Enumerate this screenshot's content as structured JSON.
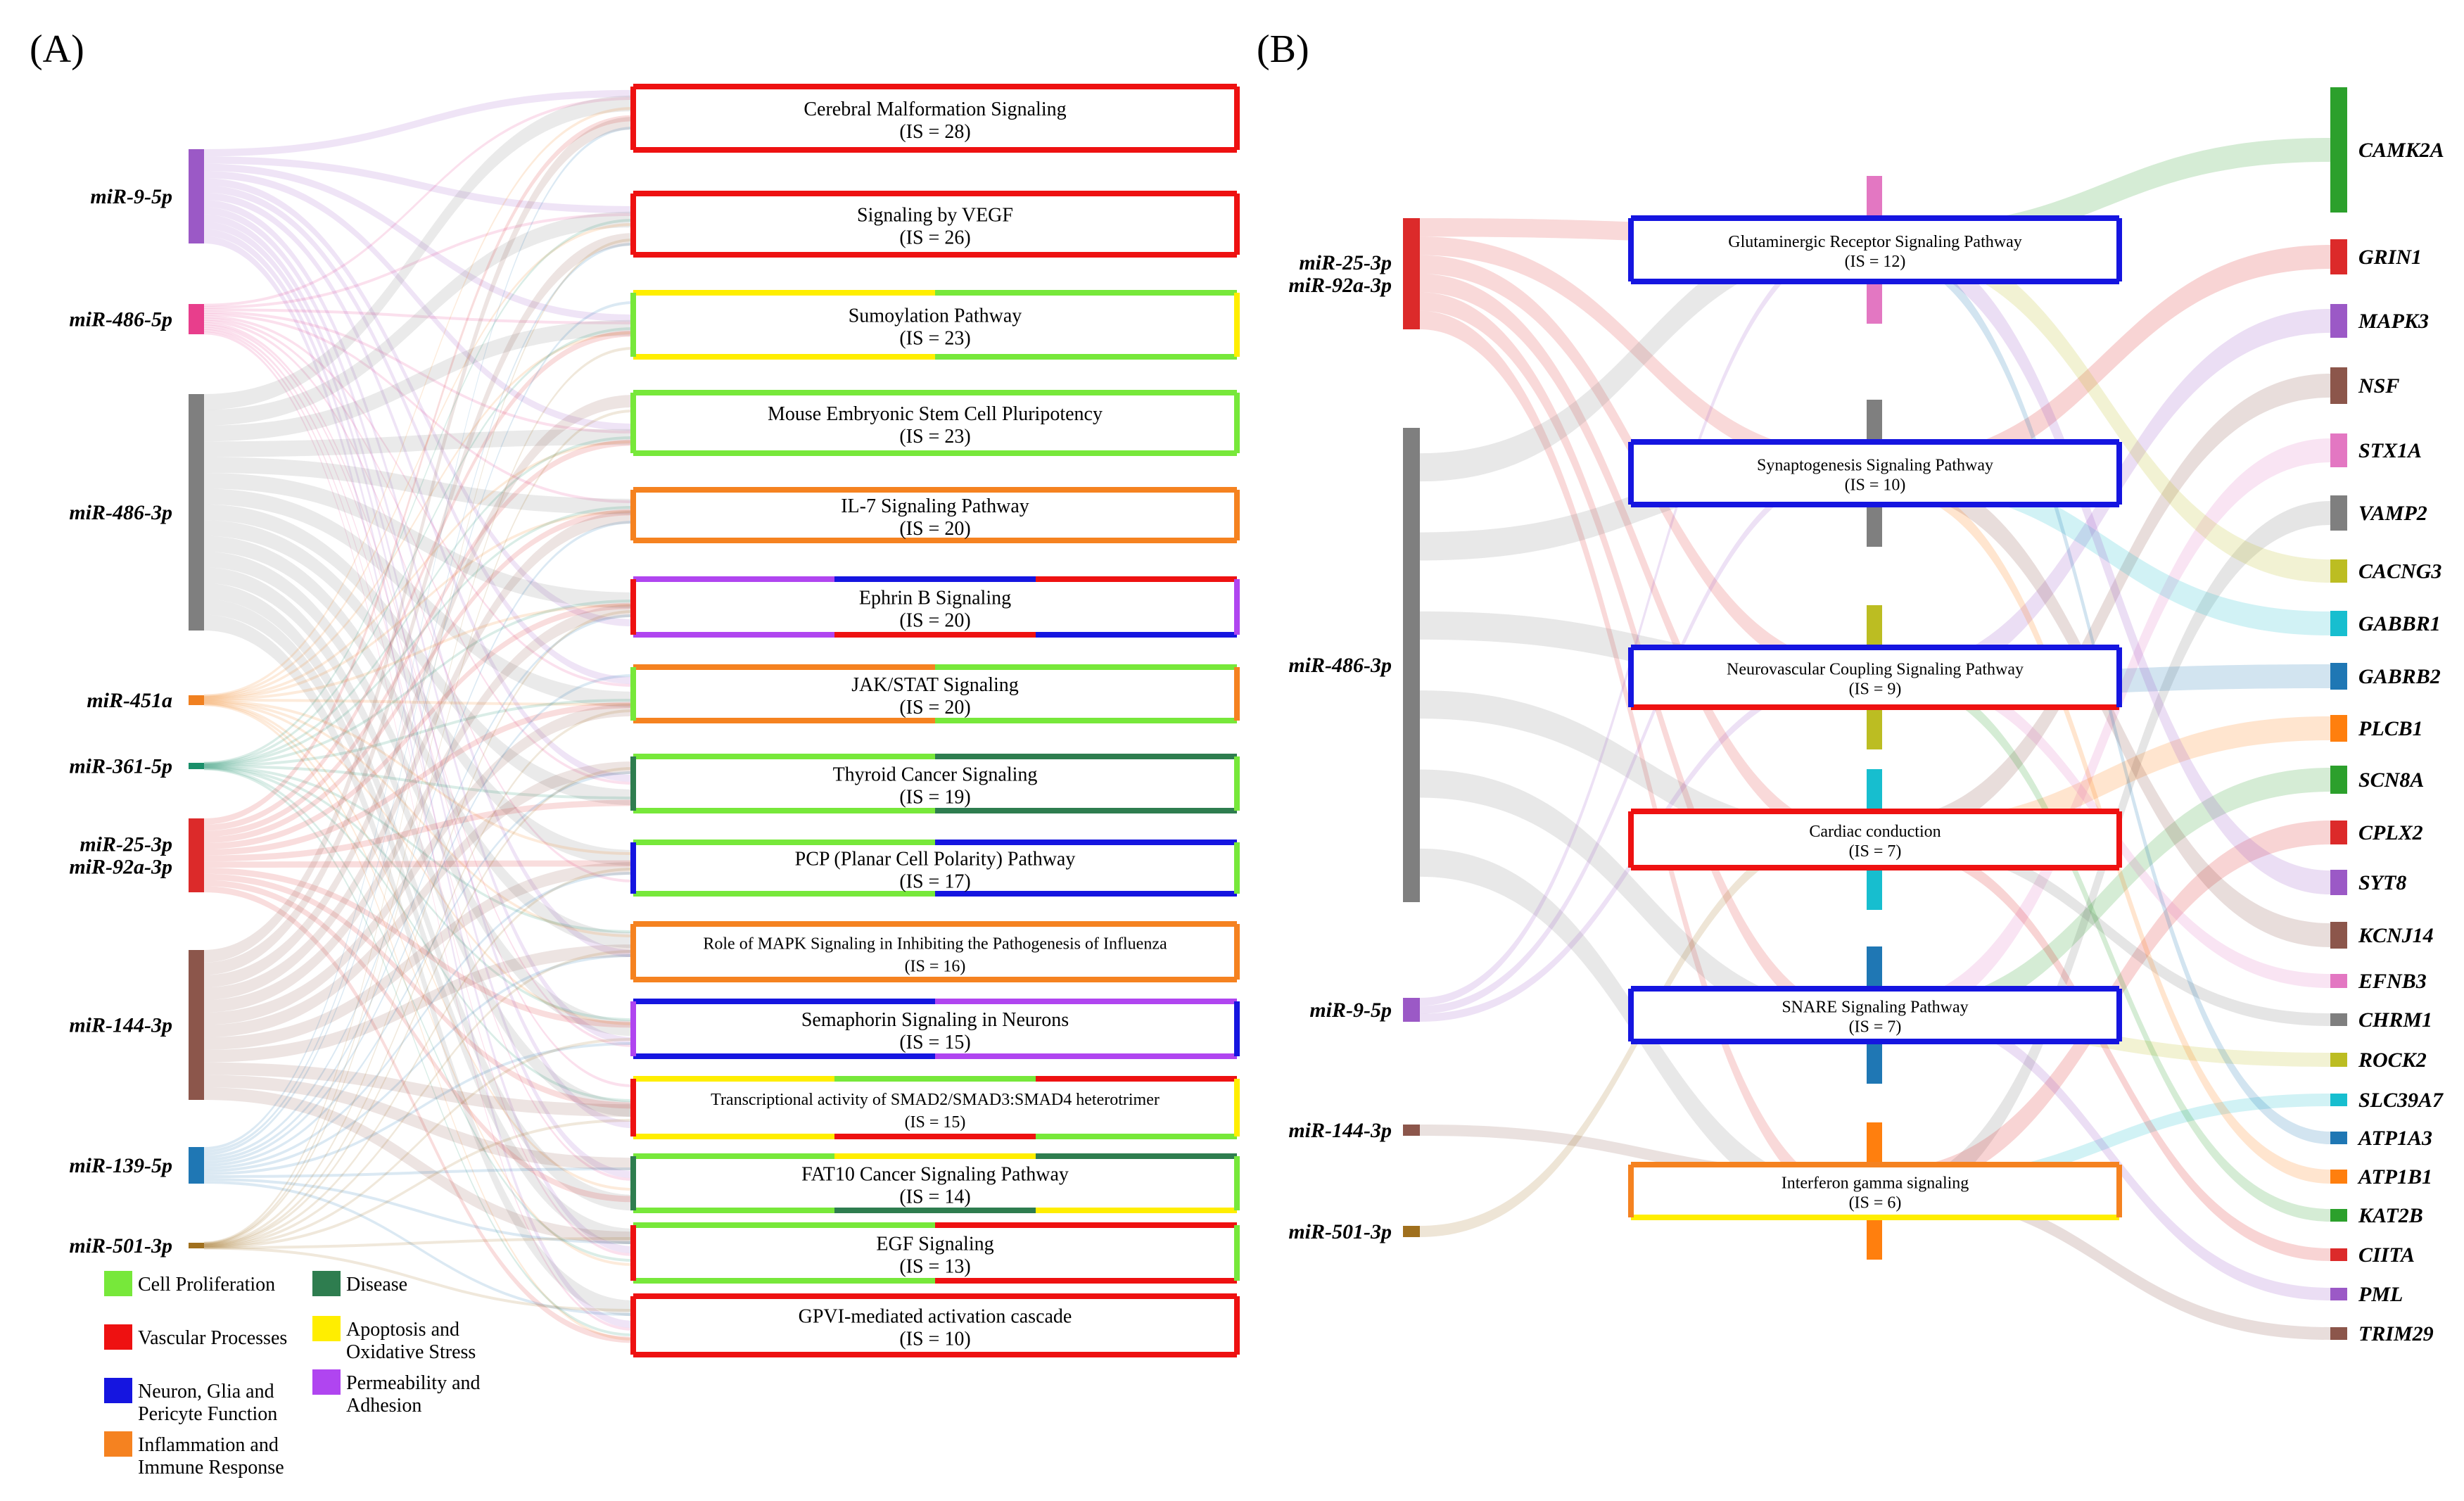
{
  "panel_a": {
    "letter": "(A)",
    "mirnas": [
      {
        "label": "miR-9-5p",
        "color": "#9b59c6"
      },
      {
        "label": "miR-486-5p",
        "color": "#e83e8c"
      },
      {
        "label": "miR-486-3p",
        "color": "#7f7f7f"
      },
      {
        "label": "miR-451a",
        "color": "#f08020"
      },
      {
        "label": "miR-361-5p",
        "color": "#1a8f6a"
      },
      {
        "label": "miR-25-3p\nmiR-92a-3p",
        "color": "#dc2a2a"
      },
      {
        "label": "miR-144-3p",
        "color": "#8c564b"
      },
      {
        "label": "miR-139-5p",
        "color": "#1f77b4"
      },
      {
        "label": "miR-501-3p",
        "color": "#a0701e"
      }
    ],
    "pathways": [
      {
        "label": "Cerebral Malformation Signaling",
        "is": "(IS = 28)",
        "border": [
          "#ee1111"
        ]
      },
      {
        "label": "Signaling by VEGF",
        "is": "(IS = 26)",
        "border": [
          "#ee1111"
        ]
      },
      {
        "label": "Sumoylation Pathway",
        "is": "(IS = 23)",
        "border": [
          "#ffee00",
          "#77e83a"
        ]
      },
      {
        "label": "Mouse Embryonic Stem Cell Pluripotency",
        "is": "(IS = 23)",
        "border": [
          "#77e83a"
        ]
      },
      {
        "label": "IL-7 Signaling Pathway",
        "is": "(IS = 20)",
        "border": [
          "#f58220"
        ]
      },
      {
        "label": "Ephrin B Signaling",
        "is": "(IS = 20)",
        "border": [
          "#b045f0",
          "#1515e0",
          "#ee1111"
        ]
      },
      {
        "label": "JAK/STAT Signaling",
        "is": "(IS = 20)",
        "border": [
          "#f58220",
          "#77e83a"
        ]
      },
      {
        "label": "Thyroid Cancer Signaling",
        "is": "(IS = 19)",
        "border": [
          "#77e83a",
          "#2e7d4f"
        ]
      },
      {
        "label": "PCP (Planar Cell Polarity) Pathway",
        "is": "(IS = 17)",
        "border": [
          "#77e83a",
          "#1515e0"
        ]
      },
      {
        "label": "Role of MAPK Signaling in Inhibiting the Pathogenesis of Influenza",
        "is": "(IS = 16)",
        "border": [
          "#f58220"
        ]
      },
      {
        "label": "Semaphorin Signaling in Neurons",
        "is": "(IS = 15)",
        "border": [
          "#1515e0",
          "#b045f0"
        ]
      },
      {
        "label": "Transcriptional activity of SMAD2/SMAD3:SMAD4 heterotrimer",
        "is": "(IS = 15)",
        "border": [
          "#ffee00",
          "#77e83a",
          "#ee1111"
        ]
      },
      {
        "label": "FAT10 Cancer Signaling Pathway",
        "is": "(IS = 14)",
        "border": [
          "#77e83a",
          "#ffee00",
          "#2e7d4f"
        ]
      },
      {
        "label": "EGF Signaling",
        "is": "(IS = 13)",
        "border": [
          "#77e83a",
          "#ee1111"
        ]
      },
      {
        "label": "GPVI-mediated activation cascade",
        "is": "(IS = 10)",
        "border": [
          "#ee1111"
        ]
      }
    ],
    "legend": [
      {
        "label": "Cell Proliferation",
        "color": "#77e83a"
      },
      {
        "label": "Disease",
        "color": "#2e7d4f"
      },
      {
        "label": "Vascular Processes",
        "color": "#ee1111"
      },
      {
        "label": "Apoptosis and\nOxidative Stress",
        "color": "#ffee00"
      },
      {
        "label": "Neuron, Glia and\nPericyte Function",
        "color": "#1515e0"
      },
      {
        "label": "Permeability and\nAdhesion",
        "color": "#b045f0"
      },
      {
        "label": "Inflammation and\nImmune Response",
        "color": "#f58220"
      }
    ]
  },
  "panel_b": {
    "letter": "(B)",
    "mirnas": [
      {
        "label": "miR-25-3p\nmiR-92a-3p",
        "color": "#dc2a2a"
      },
      {
        "label": "miR-486-3p",
        "color": "#7f7f7f"
      },
      {
        "label": "miR-9-5p",
        "color": "#9b59c6"
      },
      {
        "label": "miR-144-3p",
        "color": "#8c564b"
      },
      {
        "label": "miR-501-3p",
        "color": "#a0701e"
      }
    ],
    "pathways": [
      {
        "label": "Glutaminergic Receptor Signaling Pathway",
        "is": "(IS = 12)",
        "border": [
          "#1515e0"
        ]
      },
      {
        "label": "Synaptogenesis Signaling Pathway",
        "is": "(IS = 10)",
        "border": [
          "#1515e0"
        ]
      },
      {
        "label": "Neurovascular Coupling Signaling Pathway",
        "is": "(IS = 9)",
        "border": [
          "#1515e0",
          "#ee1111"
        ]
      },
      {
        "label": "Cardiac conduction",
        "is": "(IS = 7)",
        "border": [
          "#ee1111"
        ]
      },
      {
        "label": "SNARE Signaling Pathway",
        "is": "(IS = 7)",
        "border": [
          "#1515e0"
        ]
      },
      {
        "label": "Interferon gamma signaling",
        "is": "(IS = 6)",
        "border": [
          "#f58220",
          "#ffee00"
        ]
      }
    ],
    "genes": [
      {
        "label": "CAMK2A",
        "color": "#2ca02c"
      },
      {
        "label": "GRIN1",
        "color": "#dc2a2a"
      },
      {
        "label": "MAPK3",
        "color": "#9b59c6"
      },
      {
        "label": "NSF",
        "color": "#8c564b"
      },
      {
        "label": "STX1A",
        "color": "#e377c2"
      },
      {
        "label": "VAMP2",
        "color": "#7f7f7f"
      },
      {
        "label": "CACNG3",
        "color": "#bcbd22"
      },
      {
        "label": "GABBR1",
        "color": "#17becf"
      },
      {
        "label": "GABRB2",
        "color": "#1f77b4"
      },
      {
        "label": "PLCB1",
        "color": "#ff7f0e"
      },
      {
        "label": "SCN8A",
        "color": "#2ca02c"
      },
      {
        "label": "CPLX2",
        "color": "#dc2a2a"
      },
      {
        "label": "SYT8",
        "color": "#9b59c6"
      },
      {
        "label": "KCNJ14",
        "color": "#8c564b"
      },
      {
        "label": "EFNB3",
        "color": "#e377c2"
      },
      {
        "label": "CHRM1",
        "color": "#7f7f7f"
      },
      {
        "label": "ROCK2",
        "color": "#bcbd22"
      },
      {
        "label": "SLC39A7",
        "color": "#17becf"
      },
      {
        "label": "ATP1A3",
        "color": "#1f77b4"
      },
      {
        "label": "ATP1B1",
        "color": "#ff7f0e"
      },
      {
        "label": "KAT2B",
        "color": "#2ca02c"
      },
      {
        "label": "CIITA",
        "color": "#dc2a2a"
      },
      {
        "label": "PML",
        "color": "#9b59c6"
      },
      {
        "label": "TRIM29",
        "color": "#8c564b"
      }
    ]
  }
}
